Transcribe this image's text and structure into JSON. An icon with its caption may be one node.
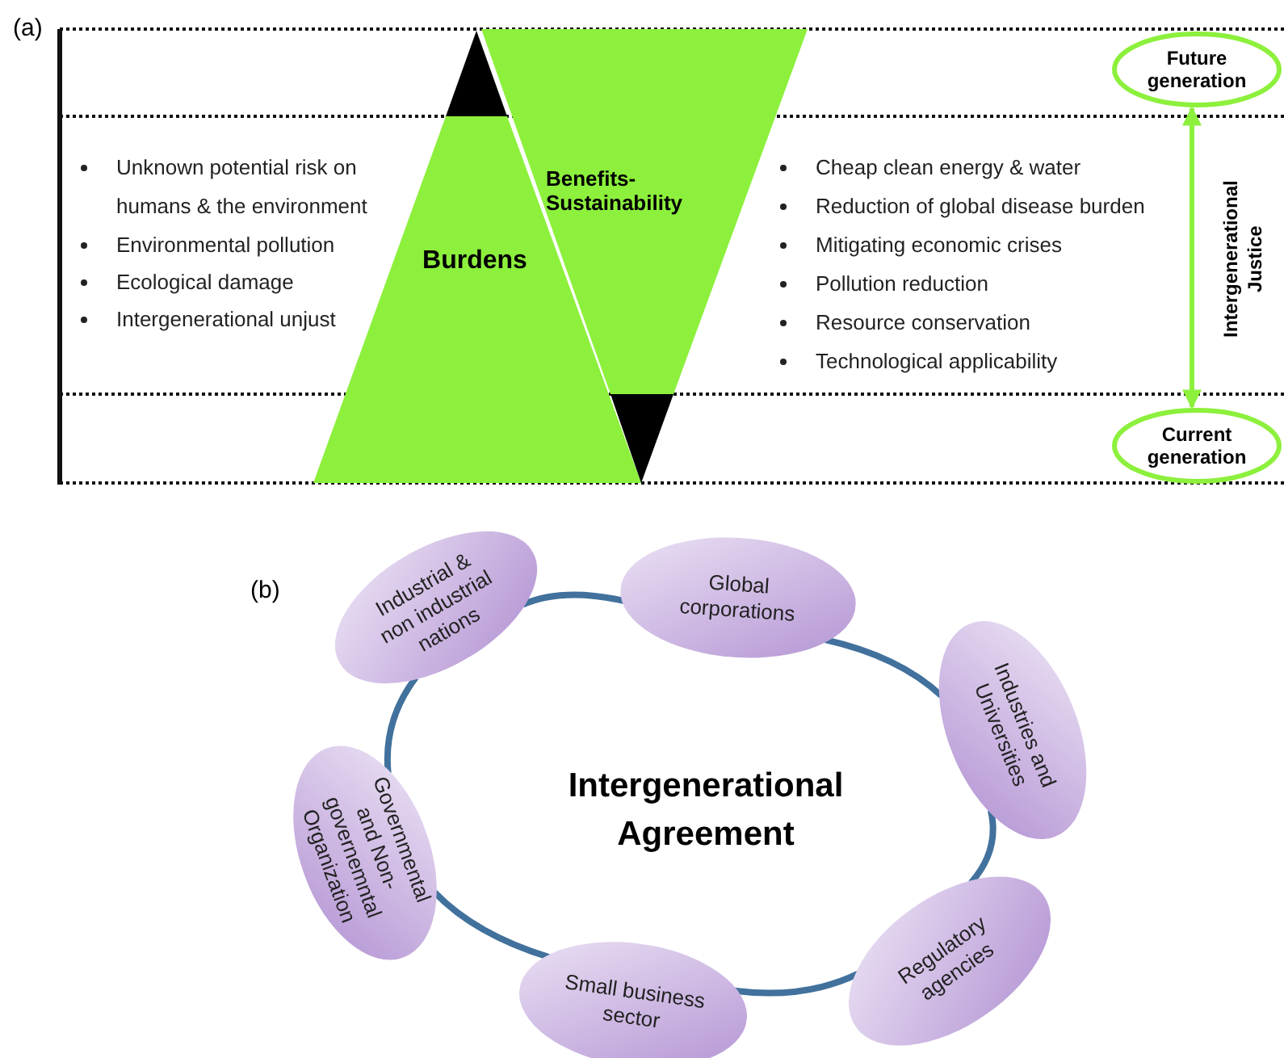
{
  "diagram": {
    "nodes": [
      {
        "text": [
          "Burdens"
        ]
      },
      {
        "text": [
          "Benefits- Sustainability"
        ]
      },
      {
        "text": [
          "Future generation"
        ]
      },
      {
        "text": [
          "Current generation"
        ]
      },
      {
        "text": [
          "Global corporations"
        ]
      },
      {
        "text": [
          "Industries and Universities"
        ]
      },
      {
        "text": [
          "Regulatory agencies"
        ]
      },
      {
        "text": [
          "Small business sector"
        ]
      },
      {
        "text": [
          "Governmental and Non- governemntal Organization"
        ]
      },
      {
        "text": [
          "Industrial & non industrial nations"
        ]
      }
    ],
    "edges": [
      {
        "from": 2,
        "to": 3,
        "arrow": "both",
        "label": "Intergenerational Justice",
        "color": "#8cf03c"
      },
      {
        "from": 4,
        "to": 5,
        "arrow": "none"
      },
      {
        "from": 5,
        "to": 6,
        "arrow": "none"
      },
      {
        "from": 6,
        "to": 7,
        "arrow": "none"
      },
      {
        "from": 7,
        "to": 8,
        "arrow": "none"
      },
      {
        "from": 8,
        "to": 9,
        "arrow": "none"
      },
      {
        "from": 9,
        "to": 4,
        "arrow": "none"
      }
    ],
    "labels": [
      "(a)",
      "Unknown potential risk on humans & the environment",
      "Environmental pollution",
      "Ecological damage",
      "Intergenerational unjust",
      "Cheap clean energy & water",
      "Reduction of global disease burden",
      "Mitigating economic crises",
      "Pollution reduction",
      "Resource conservation",
      "Technological applicability",
      "(b)",
      "Intergenerational Agreement"
    ]
  }
}
